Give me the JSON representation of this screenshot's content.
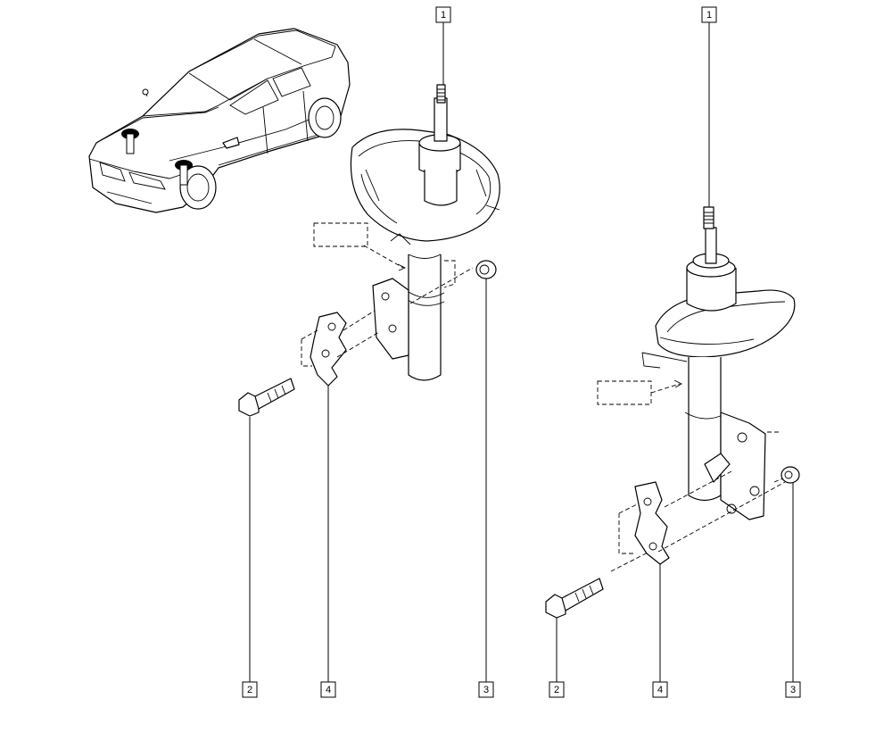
{
  "callouts": {
    "left": {
      "strut": "1",
      "bolt": "2",
      "washer": "3",
      "plate": "4"
    },
    "right": {
      "strut": "1",
      "bolt": "2",
      "washer": "3",
      "plate": "4"
    }
  }
}
